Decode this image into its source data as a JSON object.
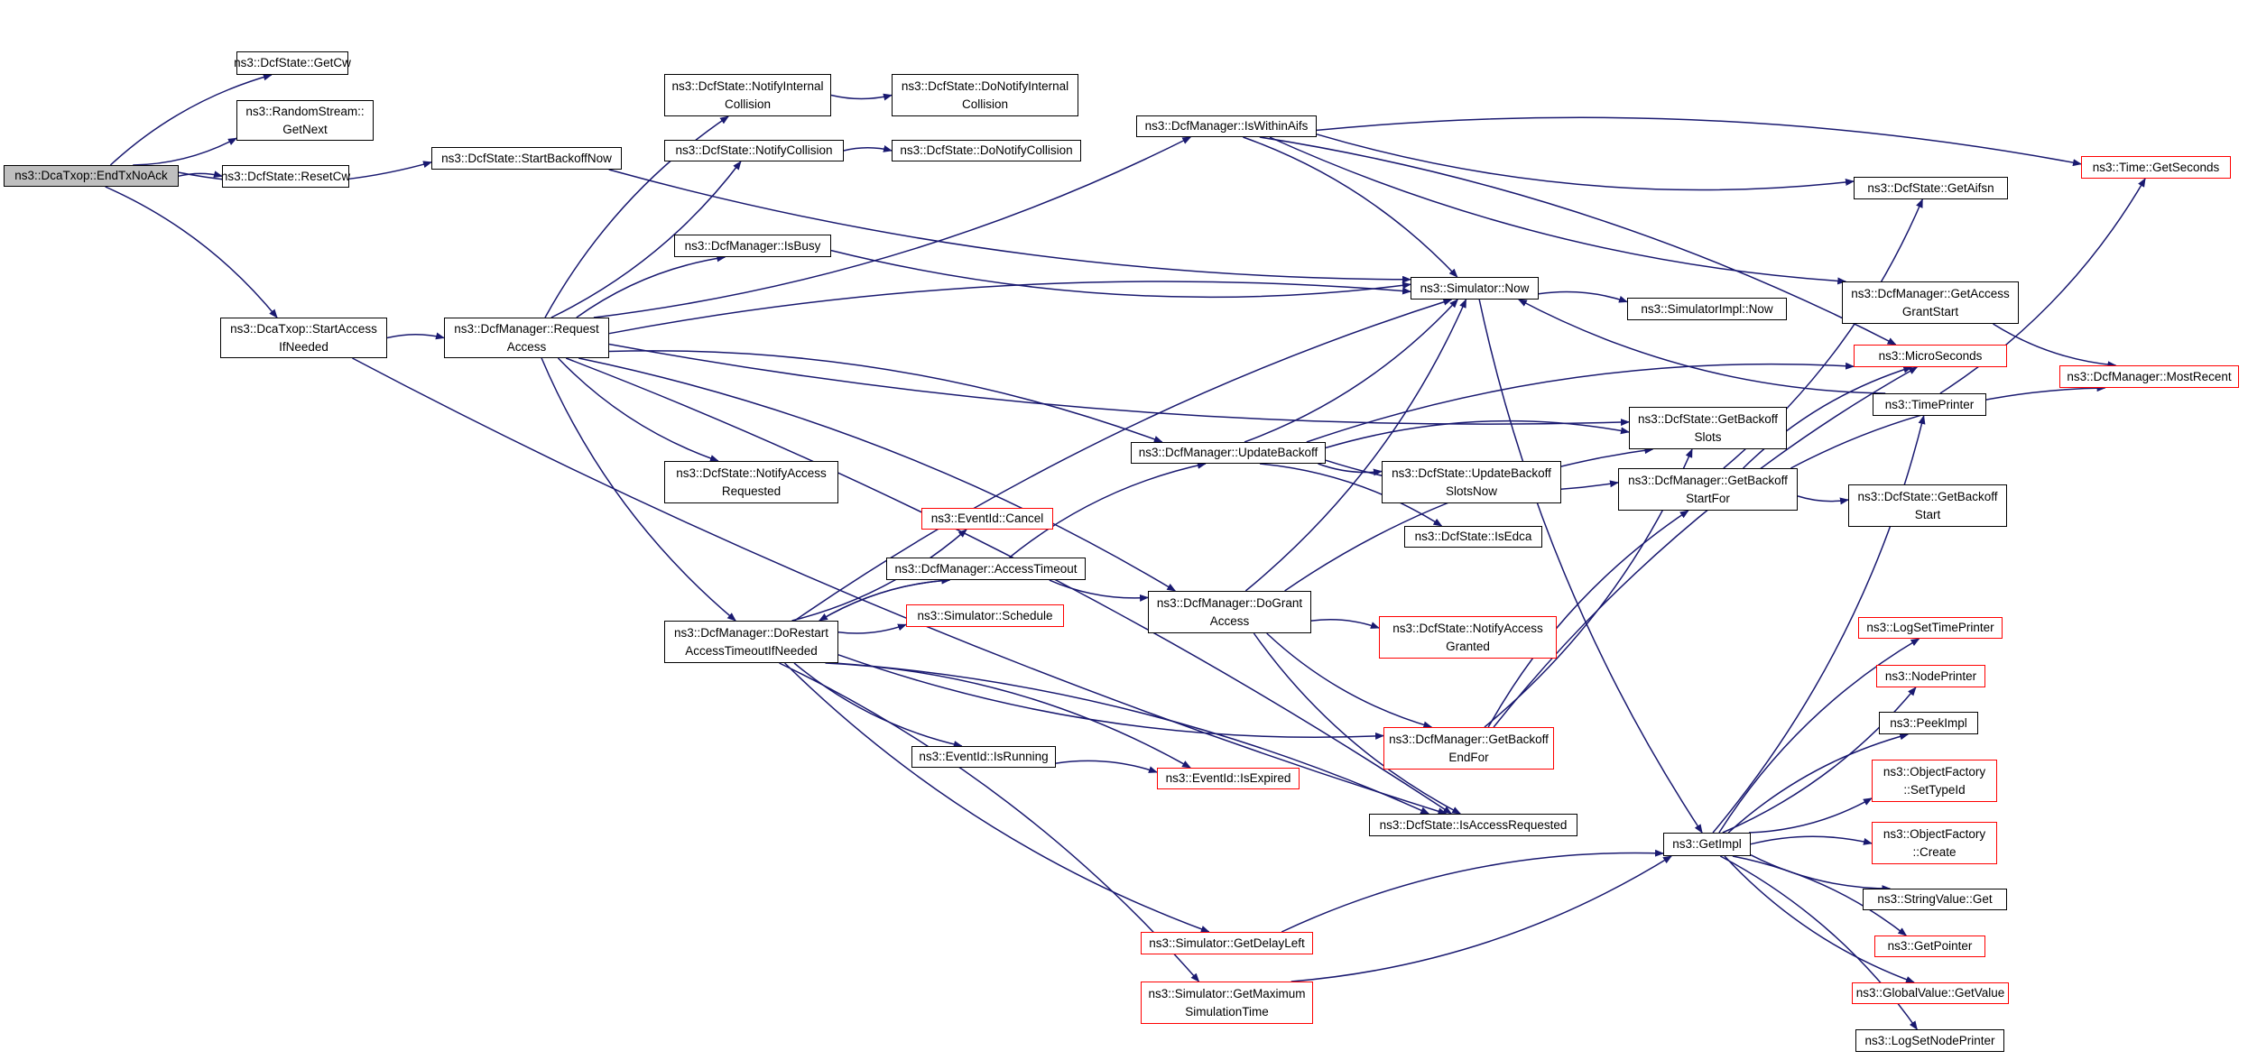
{
  "colors": {
    "edge": "#191970",
    "border": "#000000",
    "red_border": "#ff0000",
    "root_fill": "#bfbfbf"
  },
  "nodes": [
    {
      "id": "endTxNoAck",
      "label": "ns3::DcaTxop::EndTxNoAck",
      "style": "root"
    },
    {
      "id": "getCw",
      "label": "ns3::DcfState::GetCw",
      "style": "normal"
    },
    {
      "id": "randomGetNext",
      "label": "ns3::RandomStream::\nGetNext",
      "style": "normal"
    },
    {
      "id": "resetCw",
      "label": "ns3::DcfState::ResetCw",
      "style": "normal"
    },
    {
      "id": "startBackoffNow",
      "label": "ns3::DcfState::StartBackoffNow",
      "style": "normal"
    },
    {
      "id": "startAccessIfNeeded",
      "label": "ns3::DcaTxop::StartAccess\nIfNeeded",
      "style": "normal"
    },
    {
      "id": "requestAccess",
      "label": "ns3::DcfManager::Request\nAccess",
      "style": "normal"
    },
    {
      "id": "notifyInternalCollision",
      "label": "ns3::DcfState::NotifyInternal\nCollision",
      "style": "normal"
    },
    {
      "id": "doNotifyInternalCollision",
      "label": "ns3::DcfState::DoNotifyInternal\nCollision",
      "style": "normal"
    },
    {
      "id": "notifyCollision",
      "label": "ns3::DcfState::NotifyCollision",
      "style": "normal"
    },
    {
      "id": "doNotifyCollision",
      "label": "ns3::DcfState::DoNotifyCollision",
      "style": "normal"
    },
    {
      "id": "isBusy",
      "label": "ns3::DcfManager::IsBusy",
      "style": "normal"
    },
    {
      "id": "notifyAccessRequested",
      "label": "ns3::DcfState::NotifyAccess\nRequested",
      "style": "normal"
    },
    {
      "id": "doRestart",
      "label": "ns3::DcfManager::DoRestart\nAccessTimeoutIfNeeded",
      "style": "normal"
    },
    {
      "id": "eventCancel",
      "label": "ns3::EventId::Cancel",
      "style": "red"
    },
    {
      "id": "accessTimeout",
      "label": "ns3::DcfManager::AccessTimeout",
      "style": "normal"
    },
    {
      "id": "schedule",
      "label": "ns3::Simulator::Schedule",
      "style": "red"
    },
    {
      "id": "isRunning",
      "label": "ns3::EventId::IsRunning",
      "style": "normal"
    },
    {
      "id": "isExpired",
      "label": "ns3::EventId::IsExpired",
      "style": "red"
    },
    {
      "id": "getDelayLeft",
      "label": "ns3::Simulator::GetDelayLeft",
      "style": "red"
    },
    {
      "id": "getMaxSimTime",
      "label": "ns3::Simulator::GetMaximum\nSimulationTime",
      "style": "red"
    },
    {
      "id": "isWithinAifs",
      "label": "ns3::DcfManager::IsWithinAifs",
      "style": "normal"
    },
    {
      "id": "updateBackoff",
      "label": "ns3::DcfManager::UpdateBackoff",
      "style": "normal"
    },
    {
      "id": "doGrantAccess",
      "label": "ns3::DcfManager::DoGrant\nAccess",
      "style": "normal"
    },
    {
      "id": "simNow",
      "label": "ns3::Simulator::Now",
      "style": "normal"
    },
    {
      "id": "simImplNow",
      "label": "ns3::SimulatorImpl::Now",
      "style": "normal"
    },
    {
      "id": "getBackoffSlots",
      "label": "ns3::DcfState::GetBackoff\nSlots",
      "style": "normal"
    },
    {
      "id": "updateBackoffSlotsNow",
      "label": "ns3::DcfState::UpdateBackoff\nSlotsNow",
      "style": "normal"
    },
    {
      "id": "isEdca",
      "label": "ns3::DcfState::IsEdca",
      "style": "normal"
    },
    {
      "id": "notifyAccessGranted",
      "label": "ns3::DcfState::NotifyAccess\nGranted",
      "style": "red"
    },
    {
      "id": "getBackoffEndFor",
      "label": "ns3::DcfManager::GetBackoff\nEndFor",
      "style": "red"
    },
    {
      "id": "isAccessRequested",
      "label": "ns3::DcfState::IsAccessRequested",
      "style": "normal"
    },
    {
      "id": "getImpl",
      "label": "ns3::GetImpl",
      "style": "normal"
    },
    {
      "id": "getAifsn",
      "label": "ns3::DcfState::GetAifsn",
      "style": "normal"
    },
    {
      "id": "getAccessGrantStart",
      "label": "ns3::DcfManager::GetAccess\nGrantStart",
      "style": "normal"
    },
    {
      "id": "microSeconds",
      "label": "ns3::MicroSeconds",
      "style": "red"
    },
    {
      "id": "timePrinter",
      "label": "ns3::TimePrinter",
      "style": "normal"
    },
    {
      "id": "getBackoffStartFor",
      "label": "ns3::DcfManager::GetBackoff\nStartFor",
      "style": "normal"
    },
    {
      "id": "dcfGetBackoffStart",
      "label": "ns3::DcfState::GetBackoff\nStart",
      "style": "normal"
    },
    {
      "id": "timeGetSeconds",
      "label": "ns3::Time::GetSeconds",
      "style": "red"
    },
    {
      "id": "mostRecent",
      "label": "ns3::DcfManager::MostRecent",
      "style": "red"
    },
    {
      "id": "logSetTimePrinter",
      "label": "ns3::LogSetTimePrinter",
      "style": "red"
    },
    {
      "id": "nodePrinter",
      "label": "ns3::NodePrinter",
      "style": "red"
    },
    {
      "id": "peekImpl",
      "label": "ns3::PeekImpl",
      "style": "normal"
    },
    {
      "id": "ofSetTypeId",
      "label": "ns3::ObjectFactory\n::SetTypeId",
      "style": "red"
    },
    {
      "id": "ofCreate",
      "label": "ns3::ObjectFactory\n::Create",
      "style": "red"
    },
    {
      "id": "stringValueGet",
      "label": "ns3::StringValue::Get",
      "style": "normal"
    },
    {
      "id": "getPointer",
      "label": "ns3::GetPointer",
      "style": "red"
    },
    {
      "id": "globalValueGet",
      "label": "ns3::GlobalValue::GetValue",
      "style": "red"
    },
    {
      "id": "logSetNodePrinter",
      "label": "ns3::LogSetNodePrinter",
      "style": "normal"
    }
  ],
  "edges": [
    [
      "endTxNoAck",
      "getCw"
    ],
    [
      "endTxNoAck",
      "randomGetNext"
    ],
    [
      "endTxNoAck",
      "resetCw"
    ],
    [
      "endTxNoAck",
      "startBackoffNow"
    ],
    [
      "endTxNoAck",
      "startAccessIfNeeded"
    ],
    [
      "startBackoffNow",
      "simNow"
    ],
    [
      "startAccessIfNeeded",
      "requestAccess"
    ],
    [
      "startAccessIfNeeded",
      "isAccessRequested"
    ],
    [
      "requestAccess",
      "notifyInternalCollision"
    ],
    [
      "requestAccess",
      "notifyCollision"
    ],
    [
      "requestAccess",
      "isBusy"
    ],
    [
      "requestAccess",
      "isWithinAifs"
    ],
    [
      "requestAccess",
      "simNow"
    ],
    [
      "requestAccess",
      "getBackoffSlots"
    ],
    [
      "requestAccess",
      "updateBackoff"
    ],
    [
      "requestAccess",
      "notifyAccessRequested"
    ],
    [
      "requestAccess",
      "doGrantAccess"
    ],
    [
      "requestAccess",
      "doRestart"
    ],
    [
      "requestAccess",
      "isAccessRequested"
    ],
    [
      "notifyInternalCollision",
      "doNotifyInternalCollision"
    ],
    [
      "notifyCollision",
      "doNotifyCollision"
    ],
    [
      "isBusy",
      "simNow"
    ],
    [
      "isWithinAifs",
      "simNow"
    ],
    [
      "isWithinAifs",
      "getAifsn"
    ],
    [
      "isWithinAifs",
      "timeGetSeconds"
    ],
    [
      "isWithinAifs",
      "getAccessGrantStart"
    ],
    [
      "isWithinAifs",
      "microSeconds"
    ],
    [
      "doRestart",
      "eventCancel"
    ],
    [
      "doRestart",
      "accessTimeout"
    ],
    [
      "doRestart",
      "schedule"
    ],
    [
      "doRestart",
      "simNow"
    ],
    [
      "doRestart",
      "isRunning"
    ],
    [
      "doRestart",
      "isExpired"
    ],
    [
      "doRestart",
      "getDelayLeft"
    ],
    [
      "doRestart",
      "getMaxSimTime"
    ],
    [
      "doRestart",
      "getBackoffEndFor"
    ],
    [
      "doRestart",
      "isAccessRequested"
    ],
    [
      "accessTimeout",
      "doRestart"
    ],
    [
      "accessTimeout",
      "updateBackoff"
    ],
    [
      "accessTimeout",
      "doGrantAccess"
    ],
    [
      "isRunning",
      "isExpired"
    ],
    [
      "updateBackoff",
      "simNow"
    ],
    [
      "updateBackoff",
      "getBackoffSlots"
    ],
    [
      "updateBackoff",
      "updateBackoffSlotsNow"
    ],
    [
      "updateBackoff",
      "isEdca"
    ],
    [
      "updateBackoff",
      "getBackoffStartFor"
    ],
    [
      "updateBackoff",
      "microSeconds"
    ],
    [
      "doGrantAccess",
      "simNow"
    ],
    [
      "doGrantAccess",
      "notifyAccessGranted"
    ],
    [
      "doGrantAccess",
      "getBackoffEndFor"
    ],
    [
      "doGrantAccess",
      "getBackoffSlots"
    ],
    [
      "doGrantAccess",
      "isAccessRequested"
    ],
    [
      "simNow",
      "simImplNow"
    ],
    [
      "simNow",
      "getImpl"
    ],
    [
      "getBackoffEndFor",
      "getBackoffStartFor"
    ],
    [
      "getBackoffEndFor",
      "getBackoffSlots"
    ],
    [
      "getBackoffEndFor",
      "microSeconds"
    ],
    [
      "getBackoffStartFor",
      "dcfGetBackoffStart"
    ],
    [
      "getBackoffStartFor",
      "mostRecent"
    ],
    [
      "getBackoffStartFor",
      "getAifsn"
    ],
    [
      "getBackoffStartFor",
      "microSeconds"
    ],
    [
      "getAccessGrantStart",
      "mostRecent"
    ],
    [
      "timePrinter",
      "simNow"
    ],
    [
      "timePrinter",
      "timeGetSeconds"
    ],
    [
      "getDelayLeft",
      "getImpl"
    ],
    [
      "getMaxSimTime",
      "getImpl"
    ],
    [
      "getImpl",
      "logSetTimePrinter"
    ],
    [
      "getImpl",
      "nodePrinter"
    ],
    [
      "getImpl",
      "peekImpl"
    ],
    [
      "getImpl",
      "ofSetTypeId"
    ],
    [
      "getImpl",
      "ofCreate"
    ],
    [
      "getImpl",
      "stringValueGet"
    ],
    [
      "getImpl",
      "getPointer"
    ],
    [
      "getImpl",
      "globalValueGet"
    ],
    [
      "getImpl",
      "logSetNodePrinter"
    ],
    [
      "getImpl",
      "timePrinter"
    ]
  ]
}
